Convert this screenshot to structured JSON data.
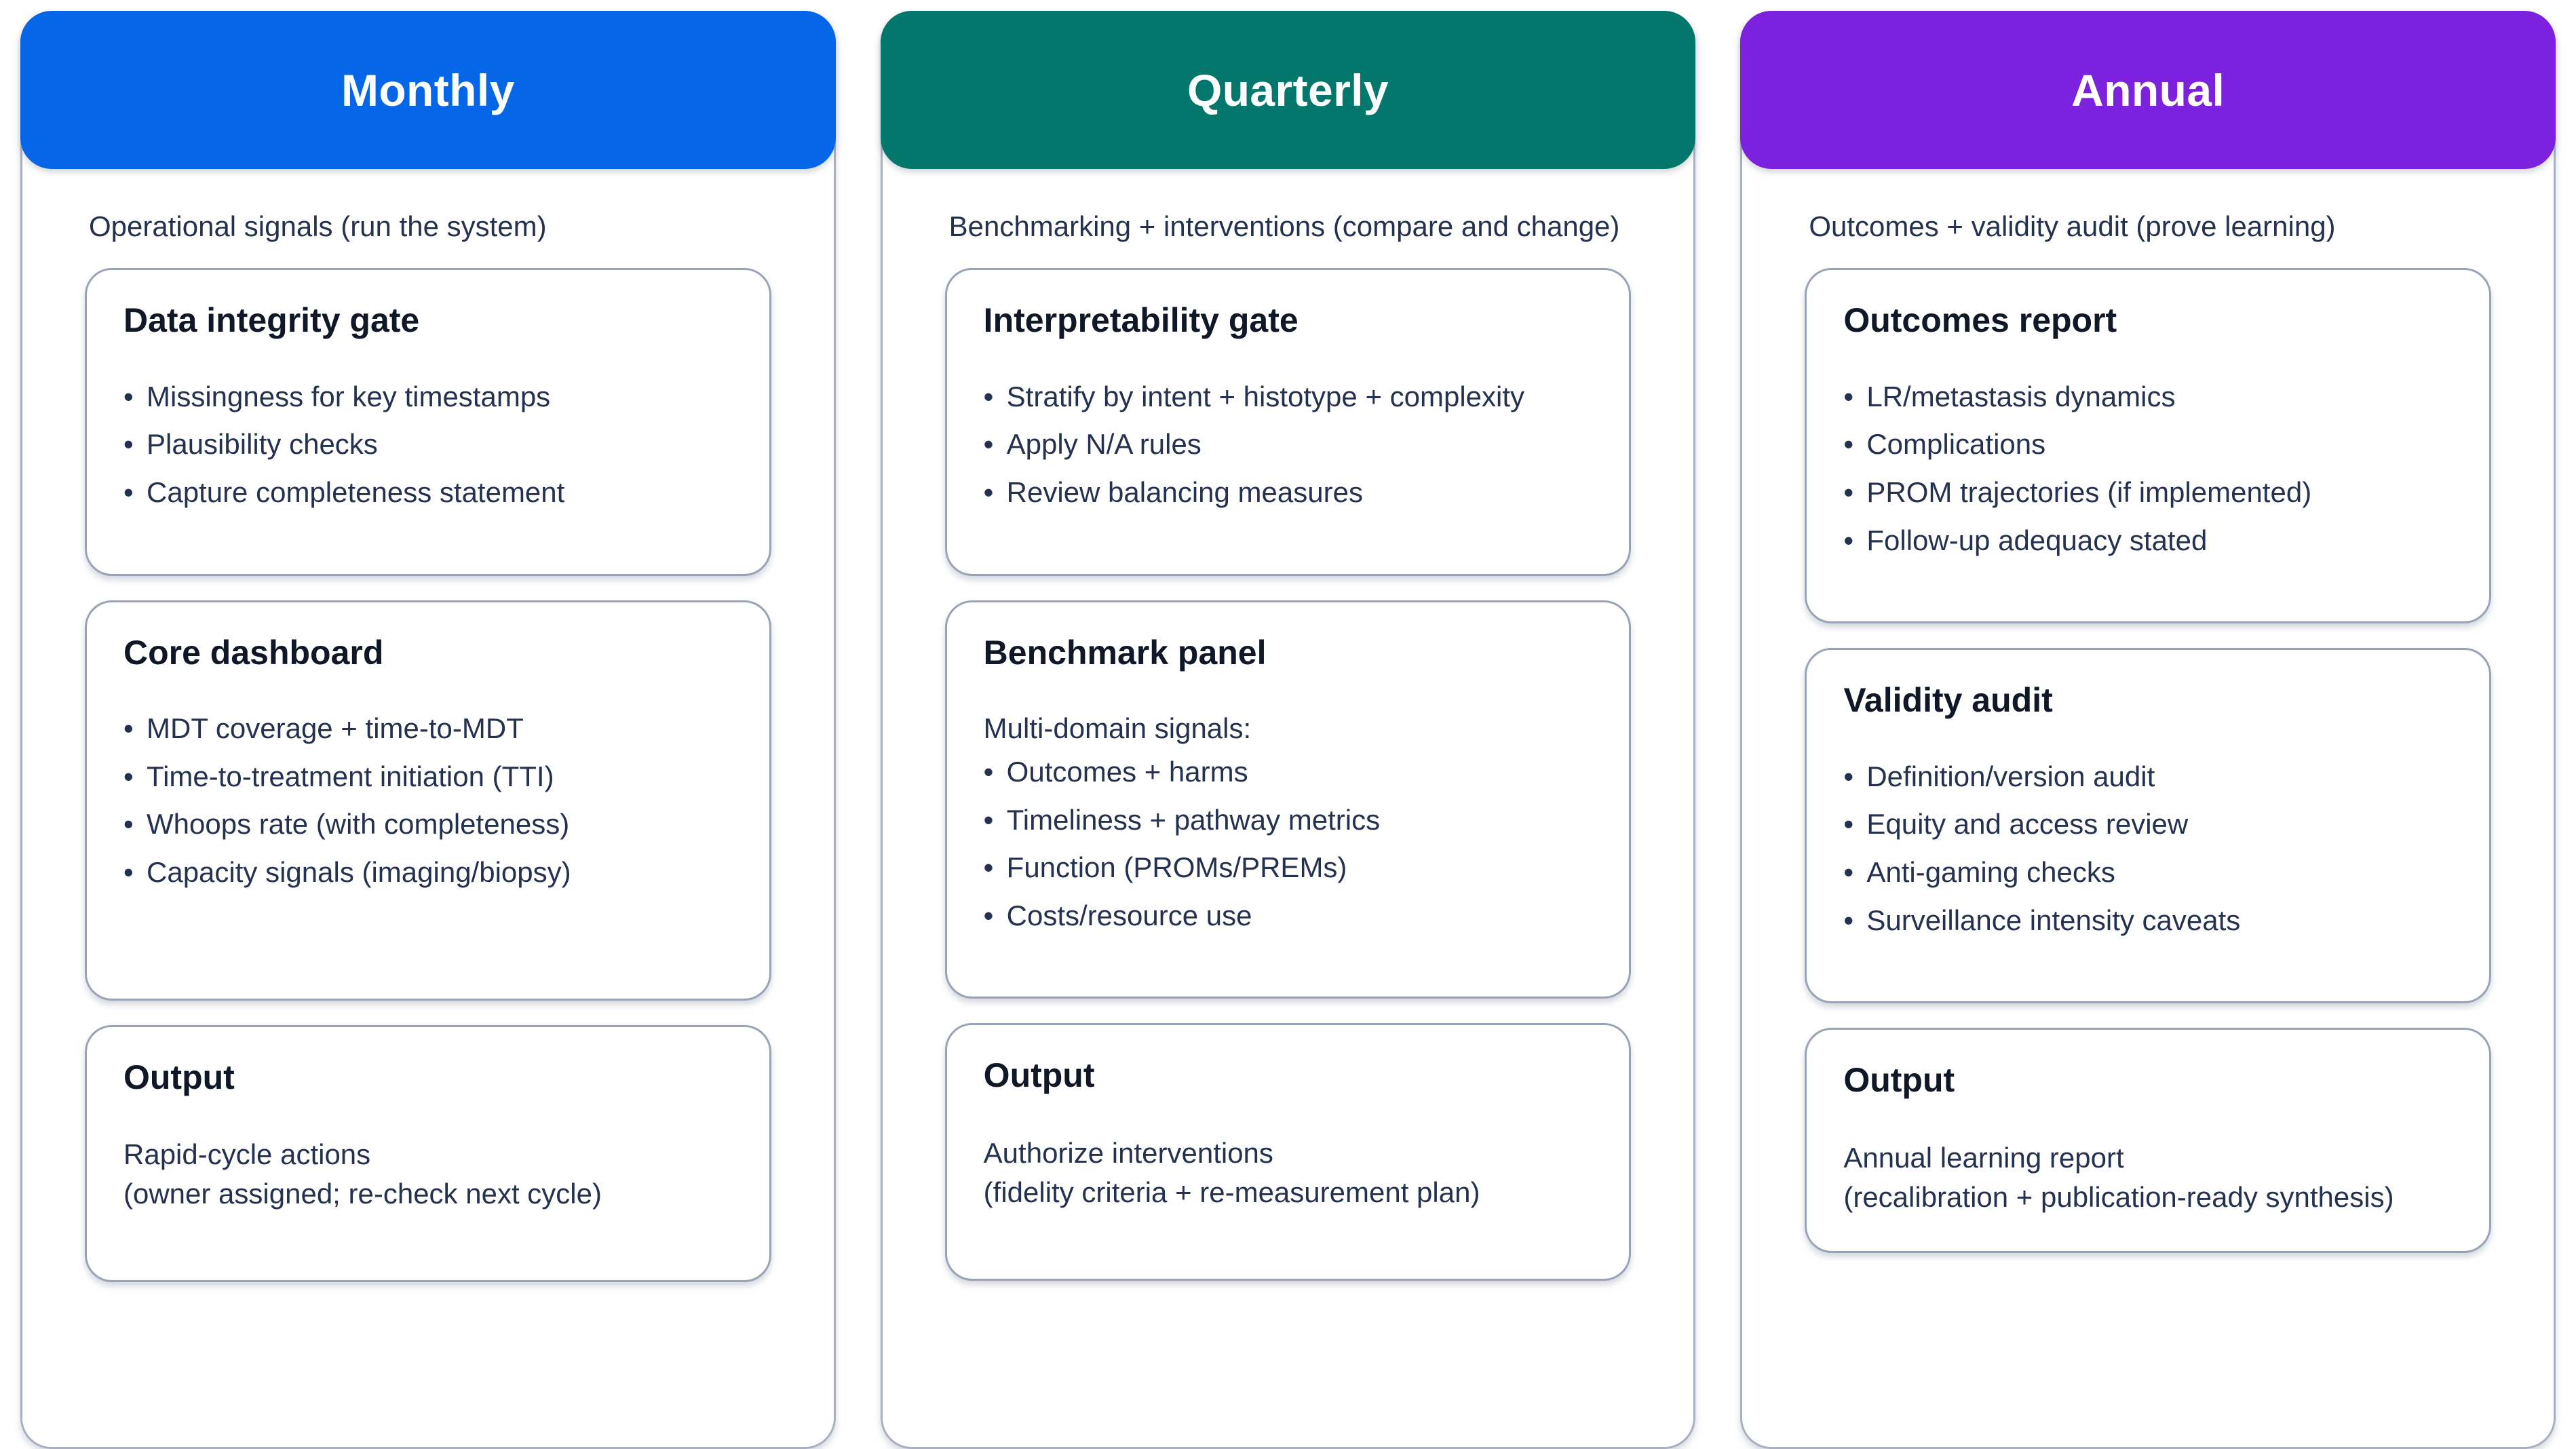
{
  "diagram": {
    "type": "three-column-cadence-framework",
    "columns": [
      {
        "id": "monthly",
        "header": "Monthly",
        "header_color": "#0566e8",
        "subtitle": "Operational signals (run the system)",
        "cards": [
          {
            "id": "data-integrity-gate",
            "title": "Data integrity gate",
            "bullets": [
              "Missingness for key timestamps",
              "Plausibility checks",
              "Capture completeness statement"
            ]
          },
          {
            "id": "core-dashboard",
            "title": "Core dashboard",
            "bullets": [
              "MDT coverage + time-to-MDT",
              "Time-to-treatment initiation (TTI)",
              "Whoops rate (with completeness)",
              "Capacity signals (imaging/biopsy)"
            ]
          },
          {
            "id": "output",
            "title": "Output",
            "body": "Rapid-cycle actions\n(owner assigned; re-check next cycle)"
          }
        ]
      },
      {
        "id": "quarterly",
        "header": "Quarterly",
        "header_color": "#03776b",
        "subtitle": "Benchmarking + interventions (compare and change)",
        "cards": [
          {
            "id": "interpretability-gate",
            "title": "Interpretability gate",
            "bullets": [
              "Stratify by intent + histotype + complexity",
              "Apply N/A rules",
              "Review balancing measures"
            ]
          },
          {
            "id": "benchmark-panel",
            "title": "Benchmark panel",
            "lead": "Multi-domain signals:",
            "bullets": [
              "Outcomes + harms",
              "Timeliness + pathway metrics",
              "Function (PROMs/PREMs)",
              "Costs/resource use"
            ]
          },
          {
            "id": "output",
            "title": "Output",
            "body": "Authorize interventions\n(fidelity criteria + re-measurement plan)"
          }
        ]
      },
      {
        "id": "annual",
        "header": "Annual",
        "header_color": "#7c21de",
        "subtitle": "Outcomes + validity audit (prove learning)",
        "cards": [
          {
            "id": "outcomes-report",
            "title": "Outcomes report",
            "bullets": [
              "LR/metastasis dynamics",
              "Complications",
              "PROM trajectories (if implemented)",
              "Follow-up adequacy stated"
            ]
          },
          {
            "id": "validity-audit",
            "title": "Validity audit",
            "bullets": [
              "Definition/version audit",
              "Equity and access review",
              "Anti-gaming checks",
              "Surveillance intensity caveats"
            ]
          },
          {
            "id": "output",
            "title": "Output",
            "body": "Annual learning report\n(recalibration + publication-ready synthesis)"
          }
        ]
      }
    ],
    "colors": {
      "text": "#24314f",
      "title_text": "#101828",
      "card_border": "#9aa3b5",
      "column_border": "#a8b0c0",
      "background": "#ffffff"
    }
  }
}
